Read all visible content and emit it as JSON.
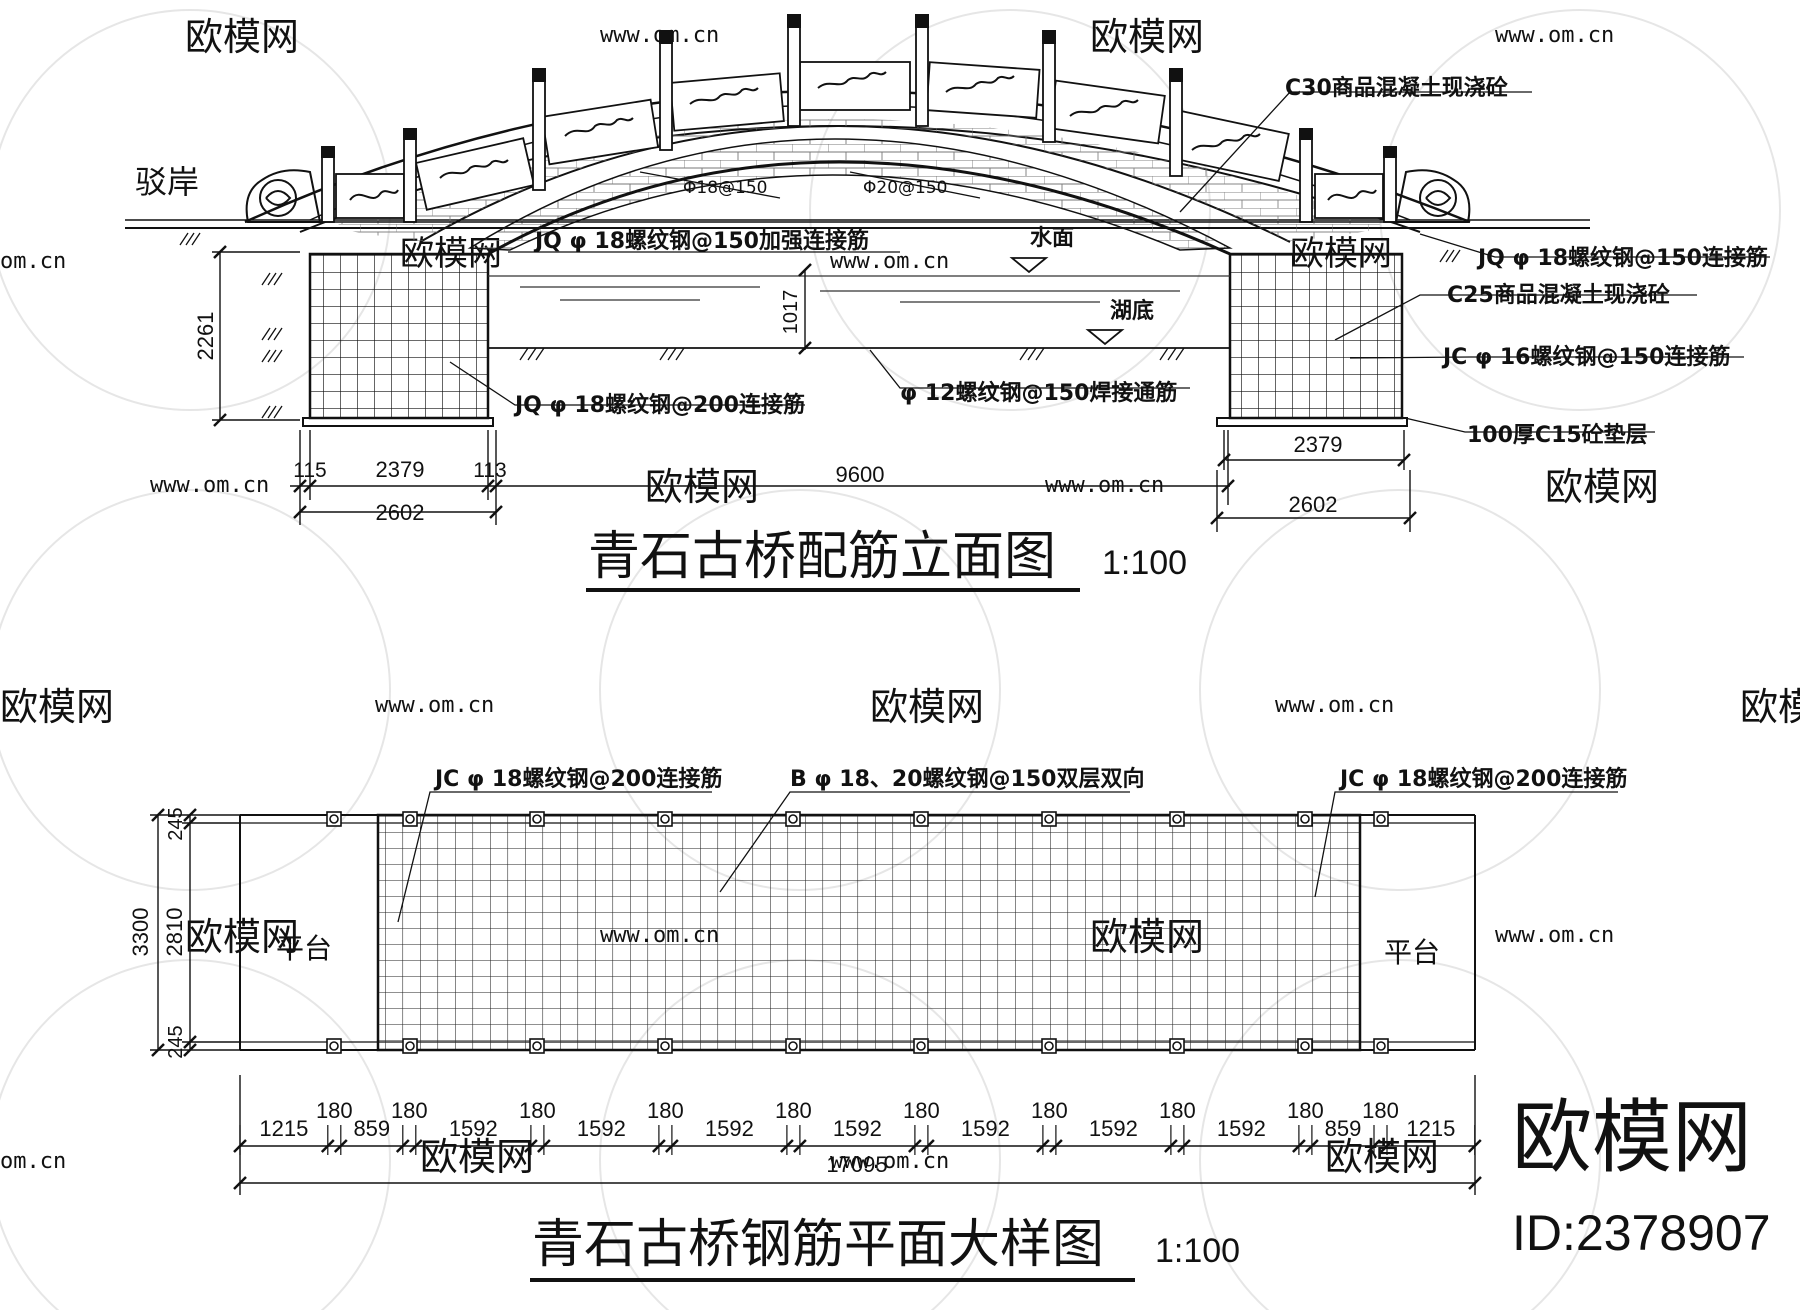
{
  "elevation": {
    "title": "青石古桥配筋立面图",
    "scale": "1:100",
    "labels": {
      "bank": "驳岸",
      "water_surface": "水面",
      "lake_bottom": "湖底",
      "c30": "C30商品混凝土现浇砼",
      "bar18": "Φ18@150",
      "bar20": "Φ20@150",
      "jq18_150_reinf": "JQ φ 18螺纹钢@150加强连接筋",
      "jq18_150_right": "JQ φ 18螺纹钢@150连接筋",
      "c25": "C25商品混凝土现浇砼",
      "jc16": "JC φ 16螺纹钢@150连接筋",
      "phi12": "φ 12螺纹钢@150焊接通筋",
      "jq18_200": "JQ φ 18螺纹钢@200连接筋",
      "c15": "100厚C15砼垫层"
    },
    "dimensions": {
      "pier_height": "2261",
      "water_depth": "1017",
      "left_115": "115",
      "left_2379": "2379",
      "left_113": "113",
      "span": "9600",
      "left_2602": "2602",
      "right_2379": "2379",
      "right_2602": "2602"
    }
  },
  "plan": {
    "title": "青石古桥钢筋平面大样图",
    "scale": "1:100",
    "labels": {
      "jc_left": "JC φ 18螺纹钢@200连接筋",
      "mesh": "B φ 18、20螺纹钢@150双层双向",
      "jc_right": "JC φ 18螺纹钢@200连接筋",
      "platform_left": "平台",
      "platform_right": "平台"
    },
    "width_dims": {
      "total": "3300",
      "middle": "2810",
      "top": "245",
      "bottom": "245"
    },
    "length_dims_lower": [
      "1215",
      "859",
      "1592",
      "1592",
      "1592",
      "1592",
      "1592",
      "1592",
      "1592",
      "859",
      "1215"
    ],
    "length_dims_upper": [
      "180",
      "180",
      "180",
      "180",
      "180",
      "180",
      "180",
      "180",
      "180",
      "180"
    ],
    "total_length": "17095"
  },
  "watermark": {
    "brand": "欧模网",
    "url": "www.om.cn",
    "url_short": "om.cn",
    "id": "ID:2378907"
  },
  "colors": {
    "ink": "#111111",
    "watermark": "#d9d9d9"
  }
}
